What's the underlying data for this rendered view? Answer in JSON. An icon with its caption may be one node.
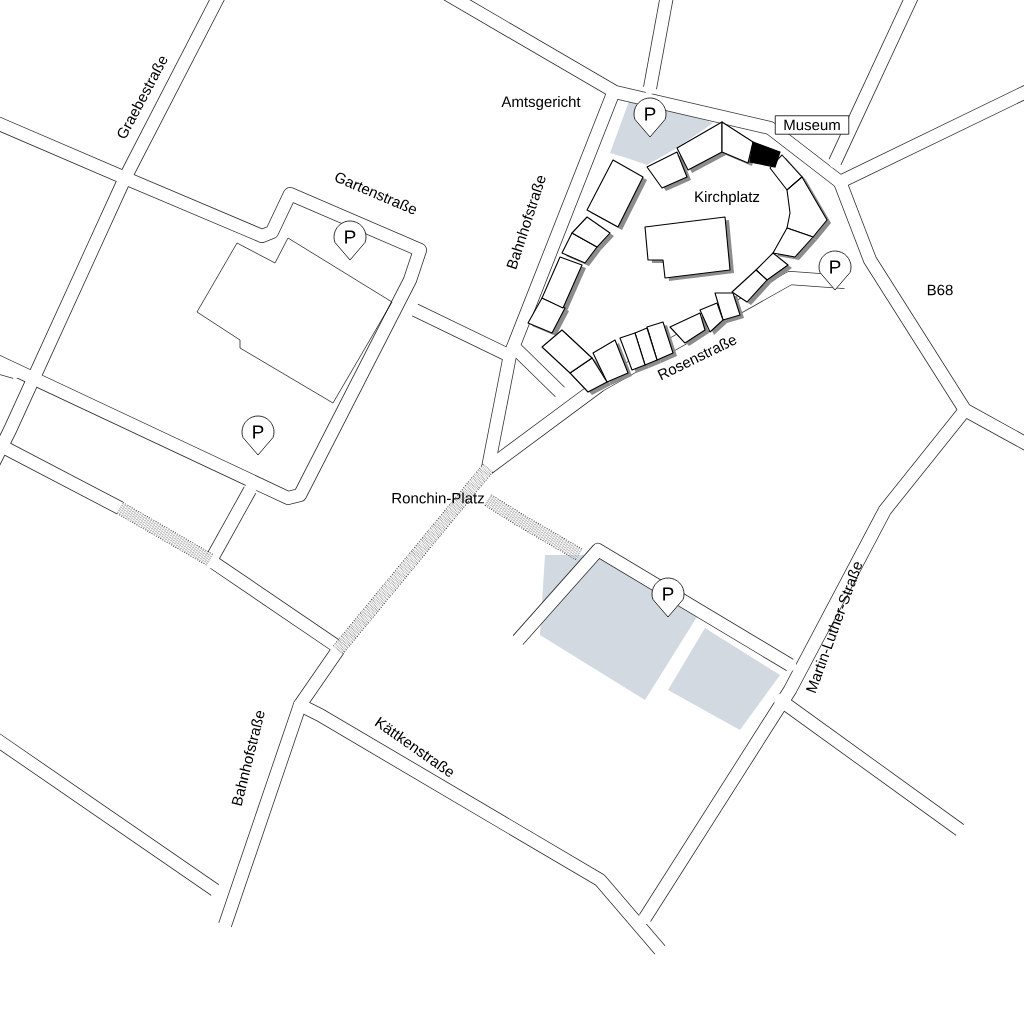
{
  "diagram": {
    "nodes": [
      {
        "text": [
          "Museum"
        ]
      },
      {
        "text": [
          "P"
        ]
      },
      {
        "text": [
          "P"
        ]
      },
      {
        "text": [
          "P"
        ]
      },
      {
        "text": [
          "P"
        ]
      },
      {
        "text": [
          "P"
        ]
      }
    ],
    "labels": [
      "Graebestraße",
      "Amtsgericht",
      "Gartenstraße",
      "Kirchplatz",
      "Bahnhofstraße",
      "B68",
      "Rosenstraße",
      "Ronchin-Platz",
      "Martin-Luther-Straße",
      "Kättkenstraße",
      "Bahnhofstraße"
    ]
  }
}
